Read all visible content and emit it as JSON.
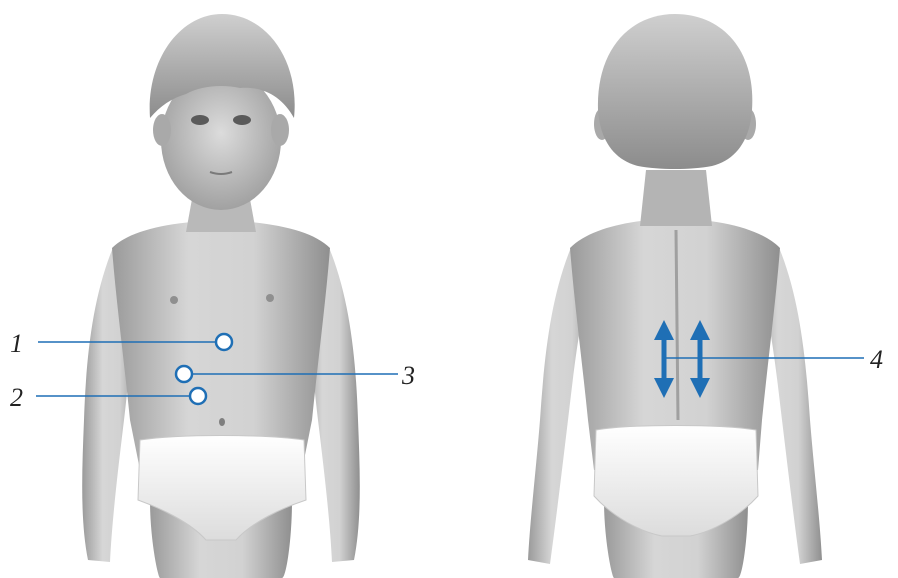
{
  "figure": {
    "views": [
      "front-view",
      "back-view"
    ],
    "markers": [
      {
        "id": "1",
        "shape": "circle",
        "side": "left"
      },
      {
        "id": "2",
        "shape": "circle",
        "side": "left"
      },
      {
        "id": "3",
        "shape": "circle",
        "side": "right"
      },
      {
        "id": "4",
        "shape": "double-arrows",
        "side": "right"
      }
    ],
    "labels": {
      "l1": "1",
      "l2": "2",
      "l3": "3",
      "l4": "4"
    },
    "colors": {
      "marker": "#1f6fb5",
      "skin_light": "#d9d9d9",
      "skin_mid": "#b8b8b8",
      "skin_dark": "#8a8a8a",
      "hair": "#a6a6a6",
      "underwear": "#f4f4f4"
    }
  }
}
